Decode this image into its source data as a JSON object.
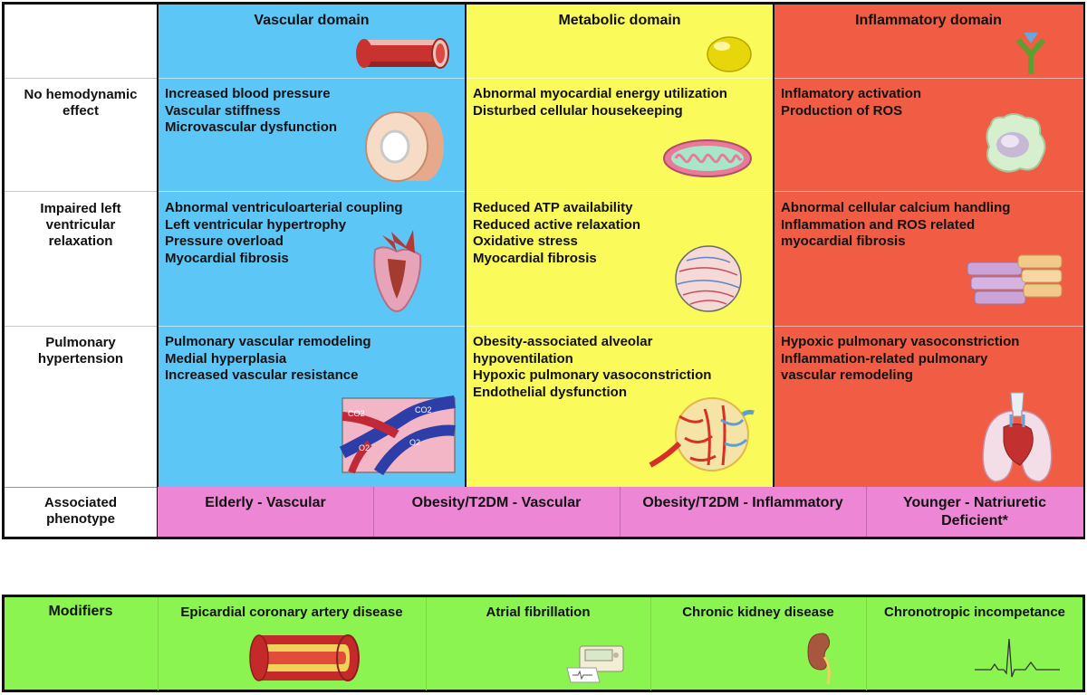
{
  "domains": {
    "vascular": {
      "title": "Vascular domain",
      "color": "#5cc6f7"
    },
    "metabolic": {
      "title": "Metabolic domain",
      "color": "#fafa5a"
    },
    "inflammatory": {
      "title": "Inflammatory domain",
      "color": "#f15c45"
    }
  },
  "rows": [
    {
      "label": "No hemodynamic effect",
      "label_lines": [
        "No hemodynamic",
        "effect"
      ],
      "vascular": [
        "Increased blood pressure",
        "Vascular stiffness",
        "Microvascular dysfunction"
      ],
      "metabolic": [
        "Abnormal myocardial energy utilization",
        "Disturbed cellular housekeeping"
      ],
      "inflammatory": [
        "Inflamatory activation",
        "Production of ROS"
      ]
    },
    {
      "label": "Impaired left ventricular relaxation",
      "label_lines": [
        "Impaired left",
        "ventricular",
        "relaxation"
      ],
      "vascular": [
        "Abnormal ventriculoarterial coupling",
        "Left ventricular hypertrophy",
        "Pressure overload",
        "Myocardial fibrosis"
      ],
      "metabolic": [
        "Reduced ATP availability",
        "Reduced active relaxation",
        "Oxidative stress",
        "Myocardial fibrosis"
      ],
      "inflammatory": [
        "Abnormal cellular calcium handling",
        "Inflammation and ROS related",
        "myocardial fibrosis"
      ]
    },
    {
      "label": "Pulmonary hypertension",
      "label_lines": [
        "Pulmonary",
        "hypertension"
      ],
      "vascular": [
        "Pulmonary vascular remodeling",
        "Medial hyperplasia",
        "Increased vascular resistance"
      ],
      "metabolic": [
        "Obesity-associated alveolar",
        "hypoventilation",
        "Hypoxic pulmonary vasoconstriction",
        "Endothelial dysfunction"
      ],
      "inflammatory": [
        "Hypoxic pulmonary vasoconstriction",
        "Inflammation-related pulmonary",
        "vascular remodeling"
      ]
    }
  ],
  "phenotype": {
    "label_lines": [
      "Associated",
      "phenotype"
    ],
    "color": "#ee86d6",
    "items": [
      {
        "lines": [
          "Elderly - Vascular"
        ]
      },
      {
        "lines": [
          "Obesity/T2DM - Vascular"
        ]
      },
      {
        "lines": [
          "Obesity/T2DM - Inflammatory"
        ]
      },
      {
        "lines": [
          "Younger - Natriuretic",
          "Deficient*"
        ]
      }
    ]
  },
  "modifiers": {
    "title": "Modifiers",
    "color": "#8cf451",
    "items": [
      "Epicardial coronary artery disease",
      "Atrial fibrillation",
      "Chronic kidney disease",
      "Chronotropic incompetance"
    ]
  },
  "icons": {
    "vascular_header": "blood-vessel-icon",
    "metabolic_header": "lipid-droplet-icon",
    "inflammatory_header": "antibody-icon",
    "r1_vascular": "artery-cross-section-icon",
    "r1_metabolic": "mitochondrion-icon",
    "r1_inflammatory": "macrophage-icon",
    "r2_vascular": "heart-ventricle-icon",
    "r2_metabolic": "myocardial-tissue-icon",
    "r2_inflammatory": "cardiomyocyte-fibers-icon",
    "r3_vascular": "pulmonary-vessels-icon",
    "r3_metabolic": "capillary-network-icon",
    "r3_inflammatory": "lungs-heart-icon",
    "mod_cad": "atherosclerotic-artery-icon",
    "mod_af": "ecg-machine-icon",
    "mod_ckd": "kidney-icon",
    "mod_chrono": "ecg-trace-icon"
  },
  "labels": {
    "co2_left": "CO2",
    "co2_right": "CO2",
    "o2_left": "O2",
    "o2_right": "O2"
  }
}
